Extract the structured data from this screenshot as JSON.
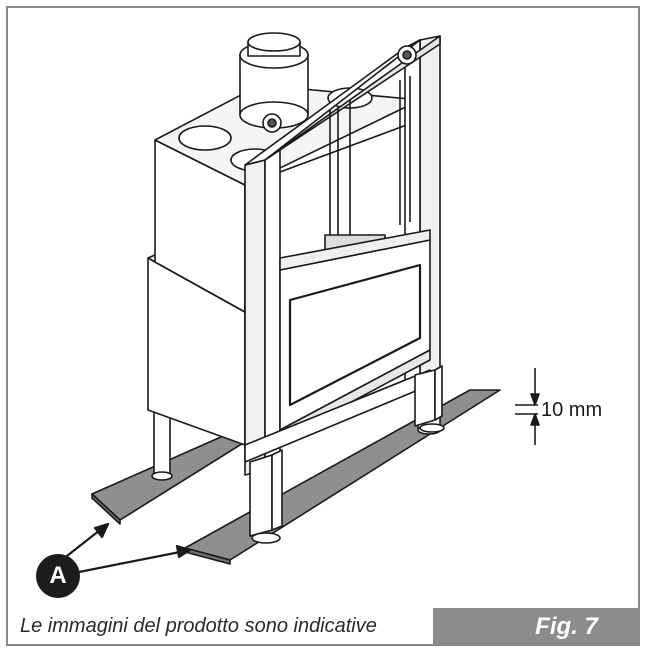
{
  "dimension": {
    "label": "10 mm"
  },
  "callout": {
    "letter": "A"
  },
  "caption": {
    "text": "Le immagini del prodotto sono indicative"
  },
  "figure": {
    "label": "Fig. 7"
  },
  "colors": {
    "frame": "#8a8a8a",
    "badge": "#8c8c8c",
    "plate": "#8f8f8f",
    "callout": "#1c1c1c"
  },
  "icons": [
    "fireplace-illustration",
    "arrow-icon",
    "dimension-arrow-icon"
  ]
}
